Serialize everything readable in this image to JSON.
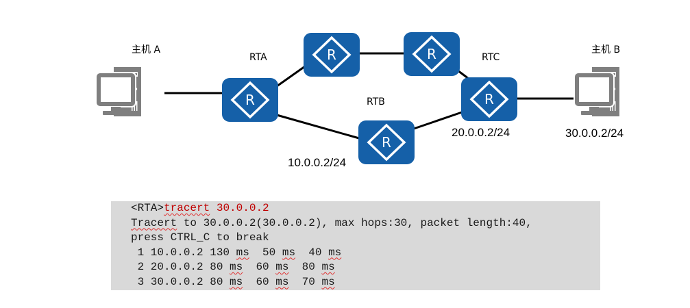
{
  "colors": {
    "router_fill": "#1560a8",
    "router_symbol": "#ffffff",
    "host_gray": "#7f7f7f",
    "link": "#000000",
    "console_bg": "#d9d9d9",
    "command_red": "#c00000"
  },
  "labels": {
    "host_a": "主机 A",
    "host_b": "主机 B",
    "rta": "RTA",
    "rtb": "RTB",
    "rtc": "RTC",
    "ip_rtb": "10.0.0.2/24",
    "ip_rtc": "20.0.0.2/24",
    "ip_host_b": "30.0.0.2/24"
  },
  "router_symbol_letter": "R",
  "icons": {
    "host": "desktop-computer-icon",
    "router": "router-icon"
  },
  "console": {
    "prompt": "<RTA>",
    "command_word": "tracert",
    "command_arg": " 30.0.0.2",
    "line2_word": "Tracert",
    "line2_rest": " to 30.0.0.2(30.0.0.2), max hops:30, packet length:40,",
    "line3": "press CTRL_C to break",
    "hops": [
      {
        "prefix": " 1 10.0.0.2 130 ",
        "t1": "ms",
        "mid1": "  50 ",
        "t2": "ms",
        "mid2": "  40 ",
        "t3": "ms"
      },
      {
        "prefix": " 2 20.0.0.2 80 ",
        "t1": "ms",
        "mid1": "  60 ",
        "t2": "ms",
        "mid2": "  80 ",
        "t3": "ms"
      },
      {
        "prefix": " 3 30.0.0.2 80 ",
        "t1": "ms",
        "mid1": "  60 ",
        "t2": "ms",
        "mid2": "  70 ",
        "t3": "ms"
      }
    ]
  }
}
